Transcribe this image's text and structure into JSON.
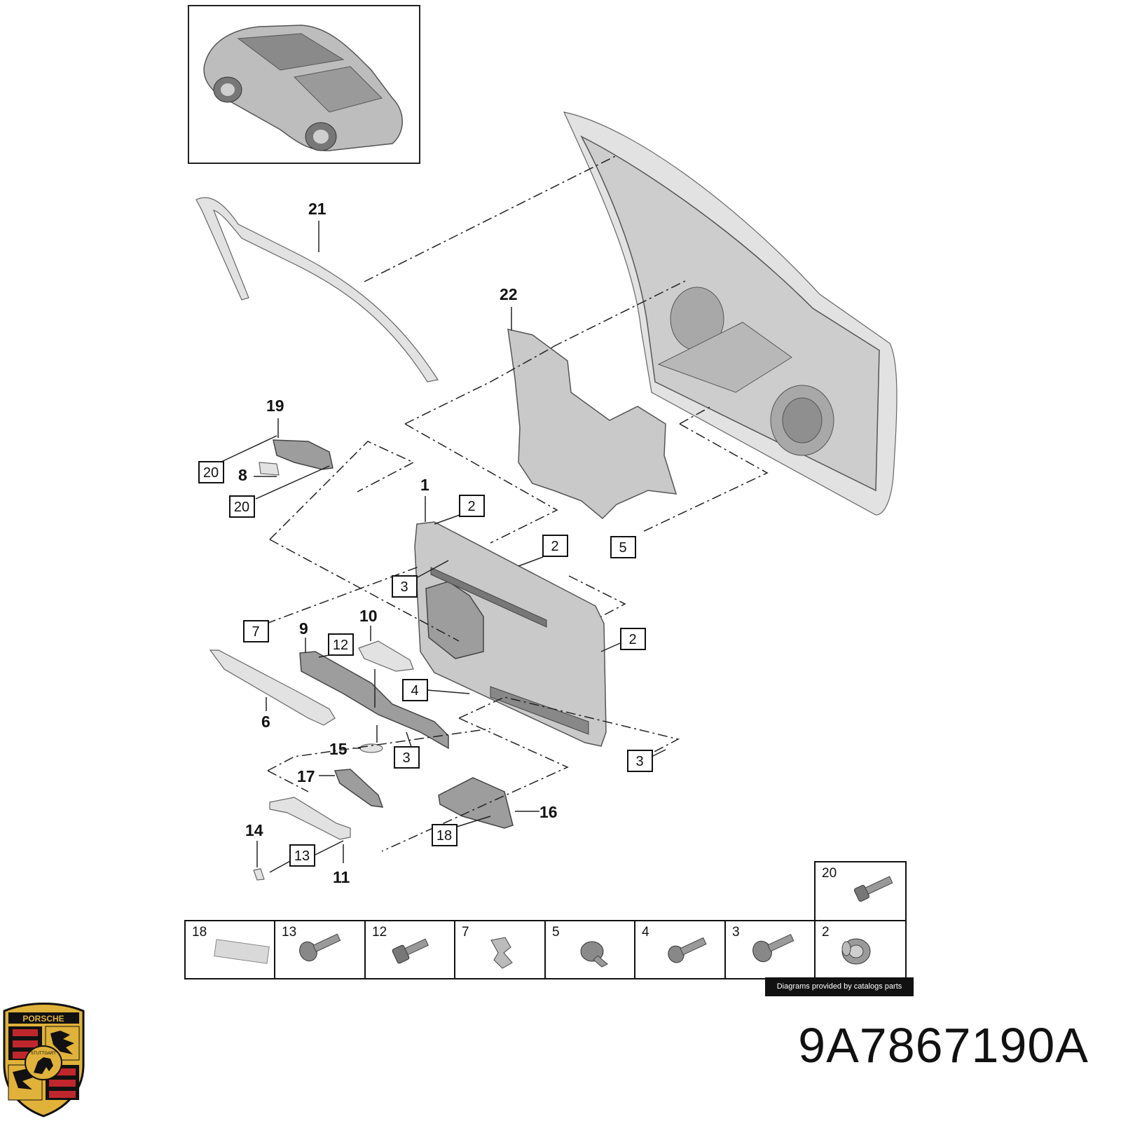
{
  "part_number": "9A7867190A",
  "credit": "Diagrams provided by catalogs parts",
  "logo": {
    "brand": "PORSCHE",
    "city": "STUTTGART",
    "colors": {
      "gold": "#e0b23a",
      "red": "#c0272d",
      "black": "#111111"
    }
  },
  "callouts": {
    "c21": "21",
    "c22": "22",
    "c19": "19",
    "c8": "8",
    "c1": "1",
    "c9": "9",
    "c10": "10",
    "c6": "6",
    "c15": "15",
    "c17": "17",
    "c16": "16",
    "c14": "14",
    "c11": "11"
  },
  "boxed_labels": {
    "b20a": "20",
    "b20b": "20",
    "b2a": "2",
    "b2b": "2",
    "b5": "5",
    "b3a": "3",
    "b7": "7",
    "b12": "12",
    "b2c": "2",
    "b4": "4",
    "b3b": "3",
    "b3c": "3",
    "b18": "18",
    "b13": "13"
  },
  "fastener_table": {
    "top_cell": "20",
    "cells": [
      "18",
      "13",
      "12",
      "7",
      "5",
      "4",
      "3",
      "2"
    ]
  }
}
